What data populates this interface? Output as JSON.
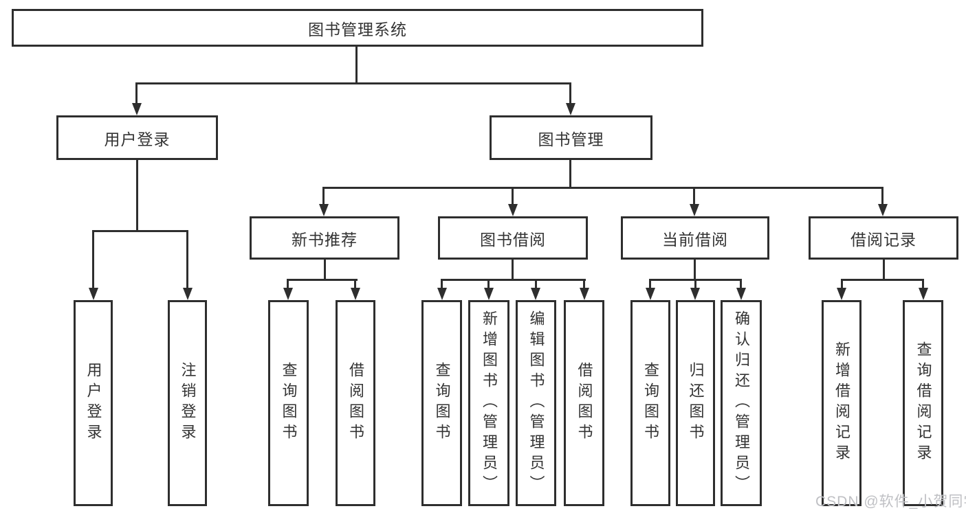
{
  "nodes": {
    "root": "图书管理系统",
    "user_login": "用户登录",
    "book_mgmt": "图书管理",
    "new_book_rec": "新书推荐",
    "book_borrowing": "图书借阅",
    "current_borrowing": "当前借阅",
    "borrowing_records": "借阅记录",
    "ul_user_login": "用户登录",
    "ul_logout": "注销登录",
    "nbr_query_books": "查询图书",
    "nbr_borrow_books": "借阅图书",
    "bb_query_books": "查询图书",
    "bb_add_books_admin": "新增图书（管理员）",
    "bb_edit_books_admin": "编辑图书（管理员）",
    "bb_borrow_books": "借阅图书",
    "cb_query_books": "查询图书",
    "cb_return_books": "归还图书",
    "cb_confirm_return_admin": "确认归还（管理员）",
    "br_add_record": "新增借阅记录",
    "br_query_record": "查询借阅记录"
  },
  "watermark": "CSDN @软件_小贺同学",
  "colors": {
    "line": "#2e2e2e",
    "text": "#333333",
    "watermark": "#bfc0c4",
    "background": "#ffffff"
  }
}
